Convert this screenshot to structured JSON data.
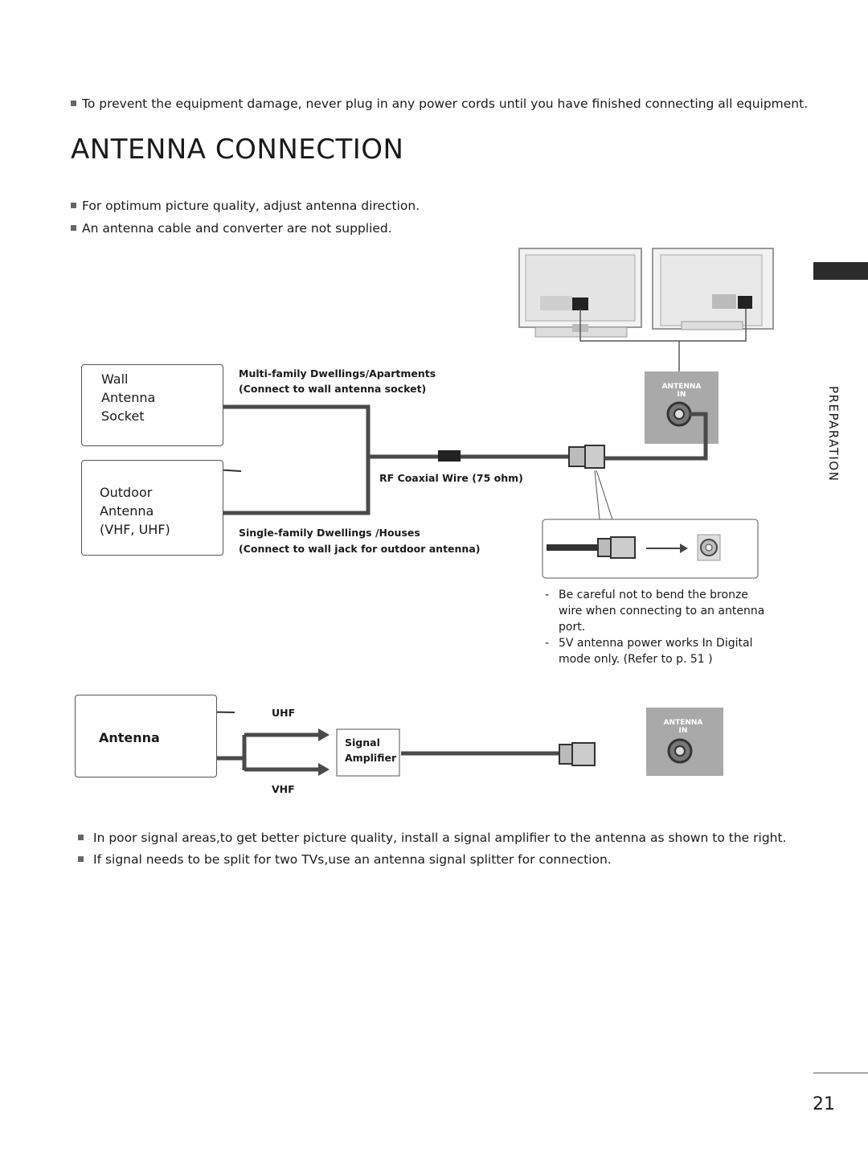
{
  "warning": "To prevent the equipment damage, never plug in any power cords until you have finished connecting all equipment.",
  "title": "ANTENNA CONNECTION",
  "intro_bullets": [
    "For optimum picture quality, adjust antenna direction.",
    "An antenna cable and converter are not supplied."
  ],
  "side_tab": "PREPARATION",
  "diagram1": {
    "wall_label": [
      "Wall",
      "Antenna",
      "Socket"
    ],
    "outdoor_label": [
      "Outdoor",
      "Antenna",
      "(VHF, UHF)"
    ],
    "multi_family": "Multi-family Dwellings/Apartments",
    "multi_family_sub": "(Connect to wall antenna socket)",
    "rf_wire": "RF Coaxial Wire (75 ohm)",
    "single_family": "Single-family Dwellings /Houses",
    "single_family_sub": "(Connect to wall jack for outdoor antenna)",
    "port_label_1": "ANTENNA",
    "port_label_2": "IN"
  },
  "notes": [
    [
      "-",
      "Be careful not to bend the bronze",
      "wire when connecting to an antenna",
      "port."
    ],
    [
      "-",
      "5V antenna power works In Digital",
      "mode only. (Refer to p. 51 )"
    ]
  ],
  "diagram2": {
    "antenna_label": "Antenna",
    "uhf": "UHF",
    "vhf": "VHF",
    "amp_1": "Signal",
    "amp_2": "Amplifier",
    "port_label_1": "ANTENNA",
    "port_label_2": "IN"
  },
  "bottom_bullets": [
    "In poor signal areas,to get better picture quality, install a signal amplifier to the antenna as shown to the right.",
    "If signal needs to be split for two TVs,use an antenna signal splitter for connection."
  ],
  "page_number": "21",
  "colors": {
    "cable": "#4a4a4a",
    "port_panel": "#a9a9a9",
    "tab": "#2b2b2b"
  }
}
